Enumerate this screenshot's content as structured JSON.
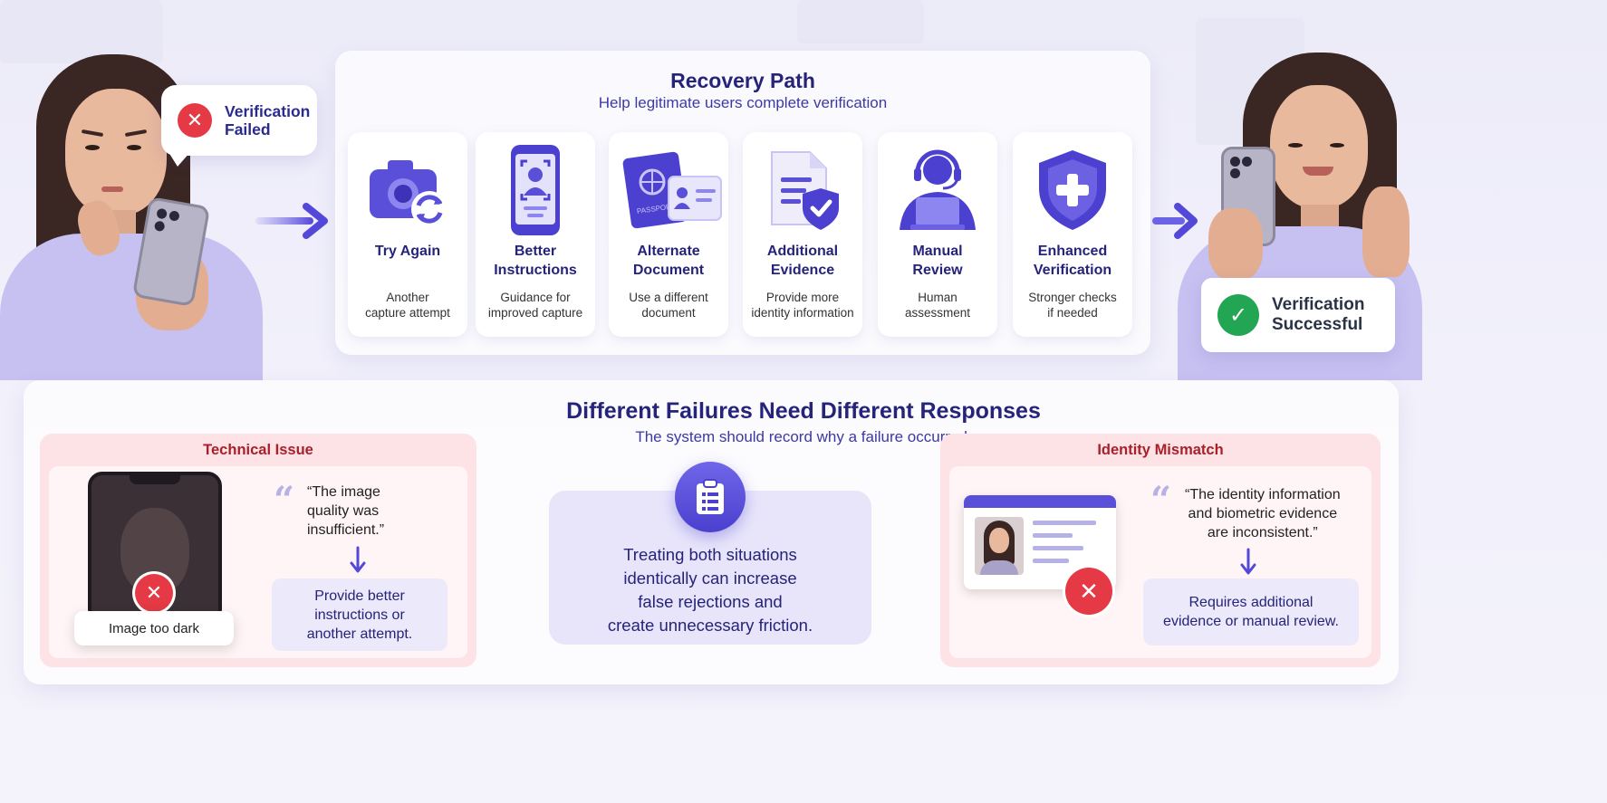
{
  "left_bubble": {
    "text": "Verification\nFailed",
    "icon": "x-icon",
    "color": "#e53945"
  },
  "right_badge": {
    "text": "Verification\nSuccessful",
    "icon": "check-icon",
    "color": "#22a653"
  },
  "recovery": {
    "title": "Recovery Path",
    "subtitle": "Help legitimate users complete verification",
    "steps": [
      {
        "label": "Try Again",
        "desc": "Another\ncapture attempt",
        "icon": "camera-retry-icon"
      },
      {
        "label": "Better\nInstructions",
        "desc": "Guidance for\nimproved capture",
        "icon": "phone-face-scan-icon"
      },
      {
        "label": "Alternate\nDocument",
        "desc": "Use a different\ndocument",
        "icon": "passport-id-icon",
        "icon_text": "PASSPORT"
      },
      {
        "label": "Additional\nEvidence",
        "desc": "Provide more\nidentity information",
        "icon": "document-shield-icon"
      },
      {
        "label": "Manual\nReview",
        "desc": "Human\nassessment",
        "icon": "support-agent-icon"
      },
      {
        "label": "Enhanced\nVerification",
        "desc": "Stronger checks\nif needed",
        "icon": "shield-plus-icon"
      }
    ]
  },
  "failures": {
    "title": "Different Failures Need Different Responses",
    "subtitle": "The system should record why a failure occurred.",
    "technical": {
      "title": "Technical Issue",
      "quote": "“The image\nquality was\ninsufficient.”",
      "response": "Provide better\ninstructions or\nanother attempt.",
      "caption": "Image too dark"
    },
    "mismatch": {
      "title": "Identity Mismatch",
      "quote": "“The identity information\nand biometric evidence\nare inconsistent.”",
      "response": "Requires additional\nevidence or manual review."
    },
    "center_note": "Treating both situations\nidentically can increase\nfalse rejections and\ncreate unnecessary friction."
  },
  "colors": {
    "accent": "#4b40cf",
    "heading": "#25237a",
    "error": "#e53945",
    "success": "#22a653",
    "panel_pink": "#fde3e6"
  }
}
